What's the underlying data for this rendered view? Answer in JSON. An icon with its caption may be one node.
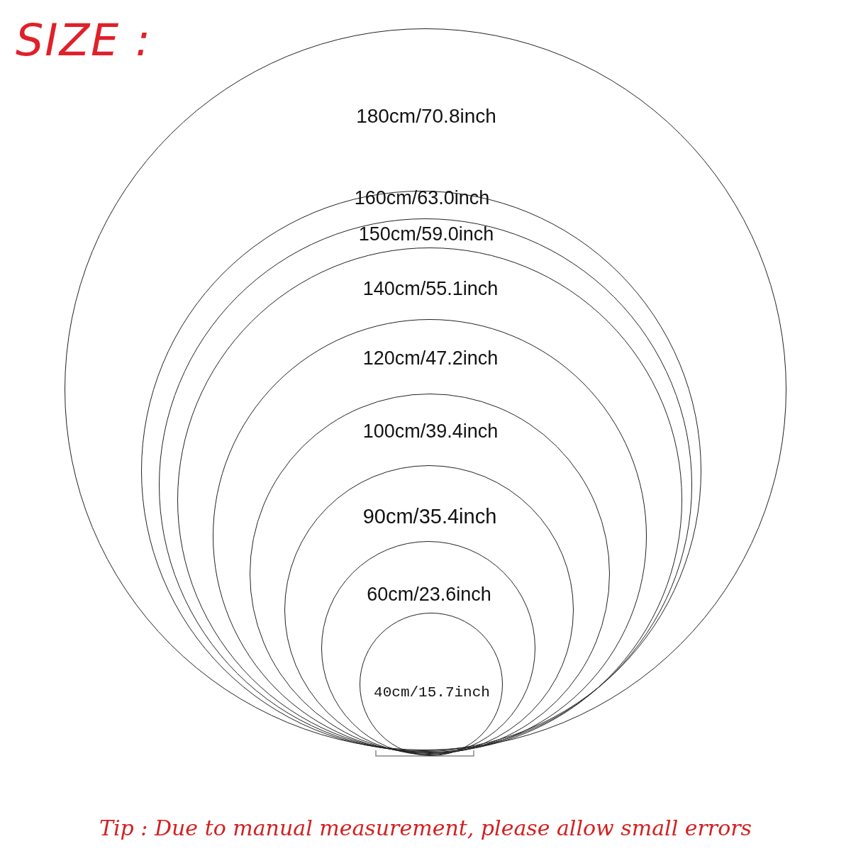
{
  "diagram": {
    "title": "SIZE :",
    "caption": "Tip : Due to manual measurement, please allow small errors",
    "nodes": [
      {
        "text": [
          "180cm/70.8inch"
        ]
      },
      {
        "text": [
          "160cm/63.0inch"
        ],
        "in": 0
      },
      {
        "text": [
          "150cm/59.0inch"
        ],
        "in": 1
      },
      {
        "text": [
          "140cm/55.1inch"
        ],
        "in": 2
      },
      {
        "text": [
          "120cm/47.2inch"
        ],
        "in": 3
      },
      {
        "text": [
          "100cm/39.4inch"
        ],
        "in": 4
      },
      {
        "text": [
          "90cm/35.4inch"
        ],
        "in": 5
      },
      {
        "text": [
          "60cm/23.6inch"
        ],
        "in": 6
      },
      {
        "text": [
          "40cm/15.7inch"
        ],
        "in": 7
      }
    ]
  }
}
